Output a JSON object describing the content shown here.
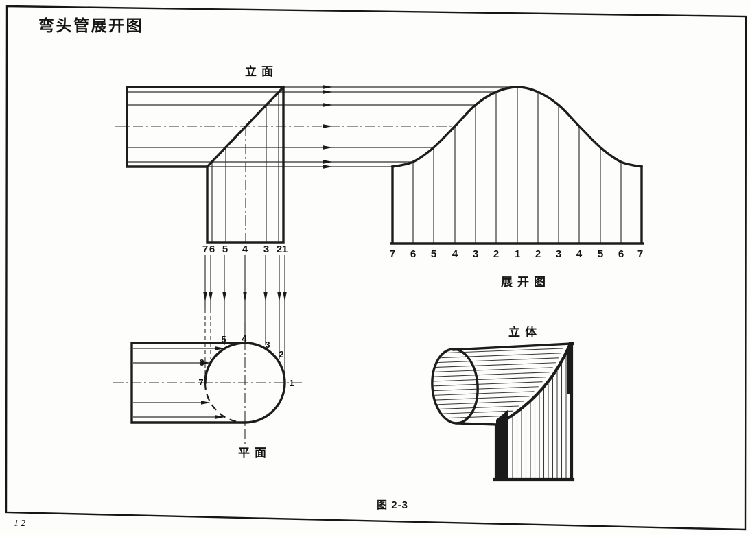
{
  "page": {
    "title": "弯头管展开图",
    "figure_caption": "图 2-3",
    "page_number": "12"
  },
  "views": {
    "elevation": {
      "label": "立面",
      "point_labels": [
        "7",
        "6",
        "5",
        "4",
        "3",
        "2",
        "1"
      ]
    },
    "development": {
      "label": "展开图",
      "point_labels": [
        "7",
        "6",
        "5",
        "4",
        "3",
        "2",
        "1",
        "2",
        "3",
        "4",
        "5",
        "6",
        "7"
      ]
    },
    "plan": {
      "label": "平面",
      "point_labels": [
        "5",
        "4",
        "3",
        "2",
        "1",
        "6",
        "7"
      ]
    },
    "solid": {
      "label": "立体"
    }
  },
  "colors": {
    "ink": "#1c1c1c",
    "paper": "#fdfdfb"
  }
}
